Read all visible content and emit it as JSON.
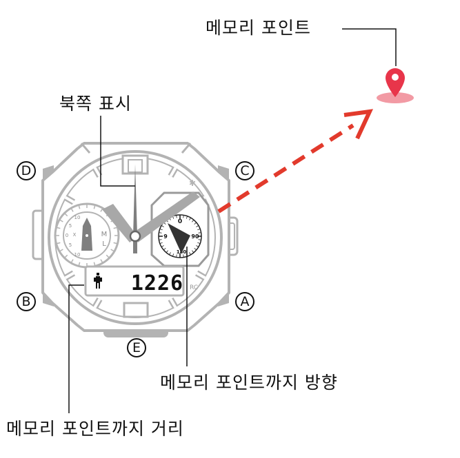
{
  "labels": {
    "memory_point": "메모리 포인트",
    "north_indicator": "북쪽 표시",
    "direction_to_memory_point": "메모리 포인트까지 방향",
    "distance_to_memory_point": "메모리 포인트까지 거리"
  },
  "buttons": {
    "a": "A",
    "b": "B",
    "c": "C",
    "d": "D",
    "e": "E"
  },
  "display": {
    "digits": "1226",
    "indicator_letters": "RC"
  },
  "subdial_left": {
    "ticks": [
      "10",
      "5",
      "0",
      "5",
      "10"
    ],
    "letters": [
      "M",
      "L",
      "X"
    ]
  },
  "subdial_right": {
    "ticks": [
      "0",
      "90",
      "180",
      "9"
    ]
  },
  "colors": {
    "pin": "#e8354a",
    "pin_shadow": "#f29aa4",
    "arrow": "#e23a2c",
    "watch_gray": "#b3b3b3",
    "hand_gray": "#7f7f7f"
  }
}
